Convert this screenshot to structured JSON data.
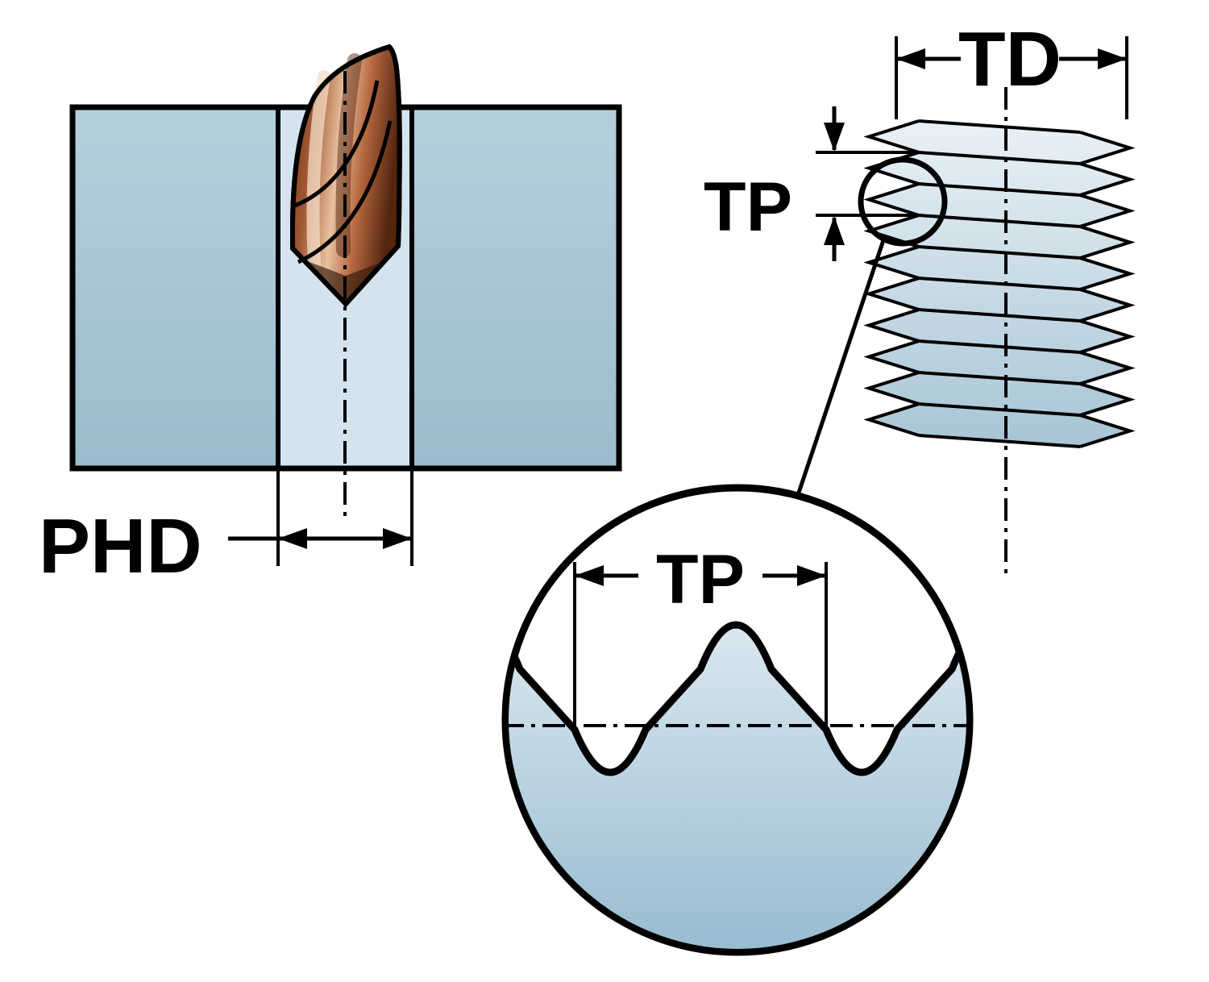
{
  "diagram": {
    "description": "Thread milling technical diagram with pre-hole, thread cross-section and thread profile detail",
    "labels": {
      "phd": "PHD",
      "td": "TD",
      "tp_pitch": "TP",
      "tp_detail": "TP"
    },
    "colors": {
      "background": "#ffffff",
      "line": "#000000",
      "workpiece_fill_top": "#b6cfdd",
      "workpiece_fill_bottom": "#9cbccd",
      "hole_fill": "#d3e4ee",
      "thread_fill_top": "#e9f1f6",
      "thread_fill_bottom": "#a8c5d5",
      "detail_fill_top": "#e3edf4",
      "detail_fill_bottom": "#97bbd0",
      "tool_copper_dark": "#54260f",
      "tool_copper_mid": "#a35a32",
      "tool_copper_light": "#e9c1a0"
    }
  }
}
